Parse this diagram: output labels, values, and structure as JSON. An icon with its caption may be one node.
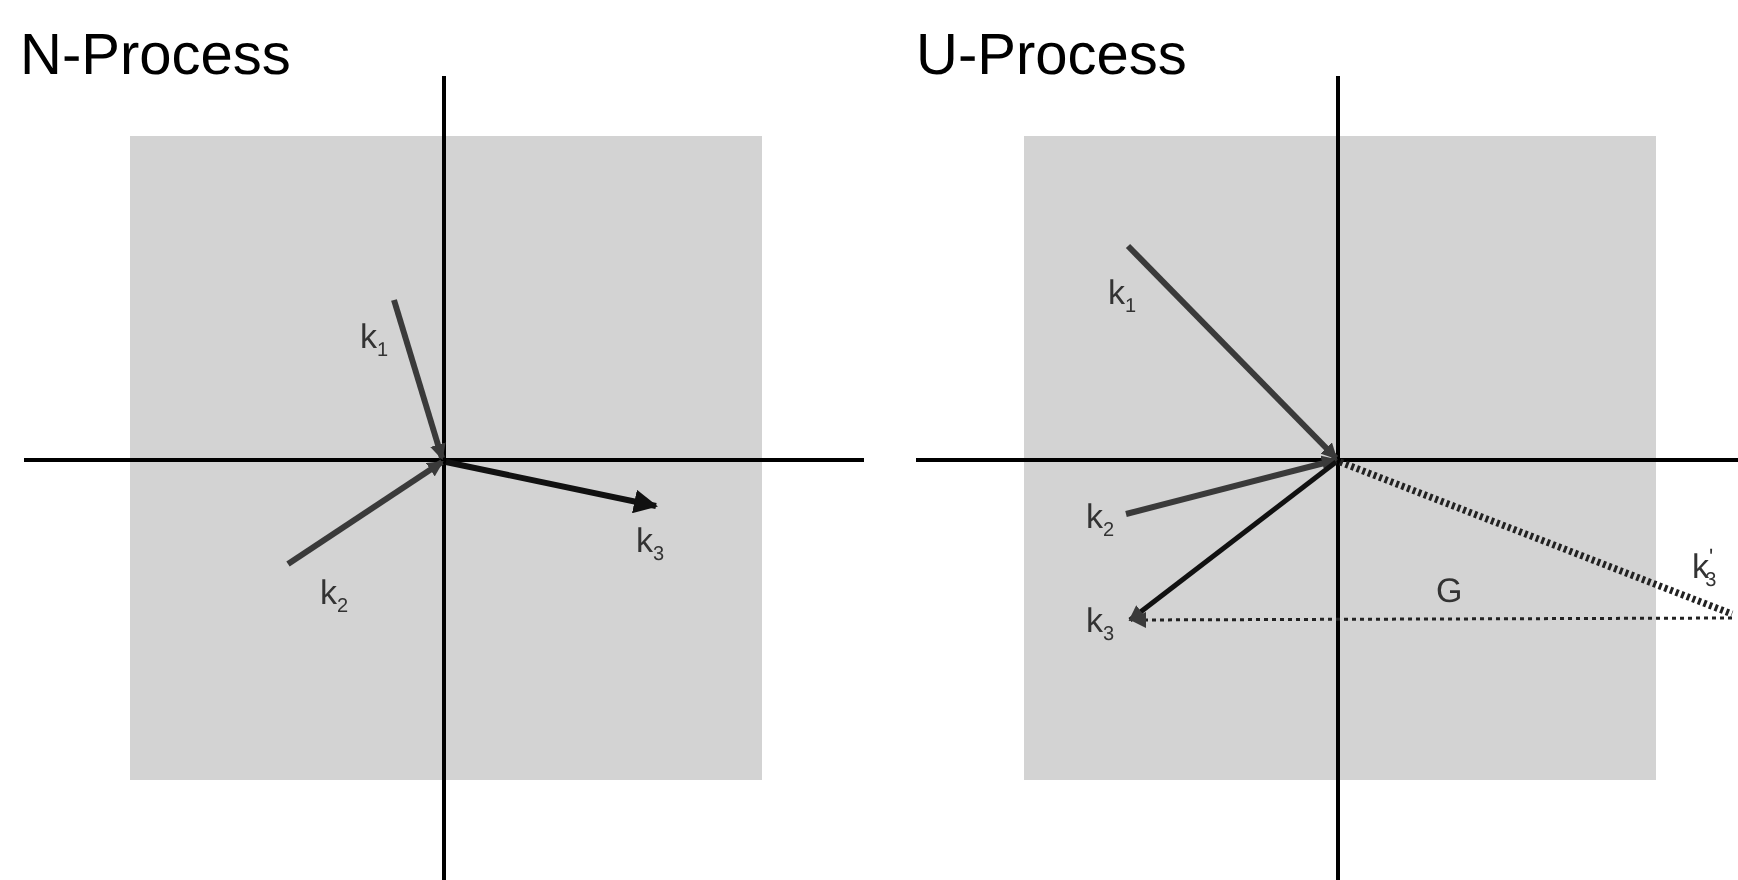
{
  "diagram": {
    "labels": [
      "N-Process",
      "k$_{1}$",
      "k$_{2}$",
      "k$_{3}$",
      "U-Process",
      "k$_{1}$",
      "k$_{2}$",
      "k$_{3}$",
      "k$^{'}$$_{3}$",
      "G"
    ]
  }
}
